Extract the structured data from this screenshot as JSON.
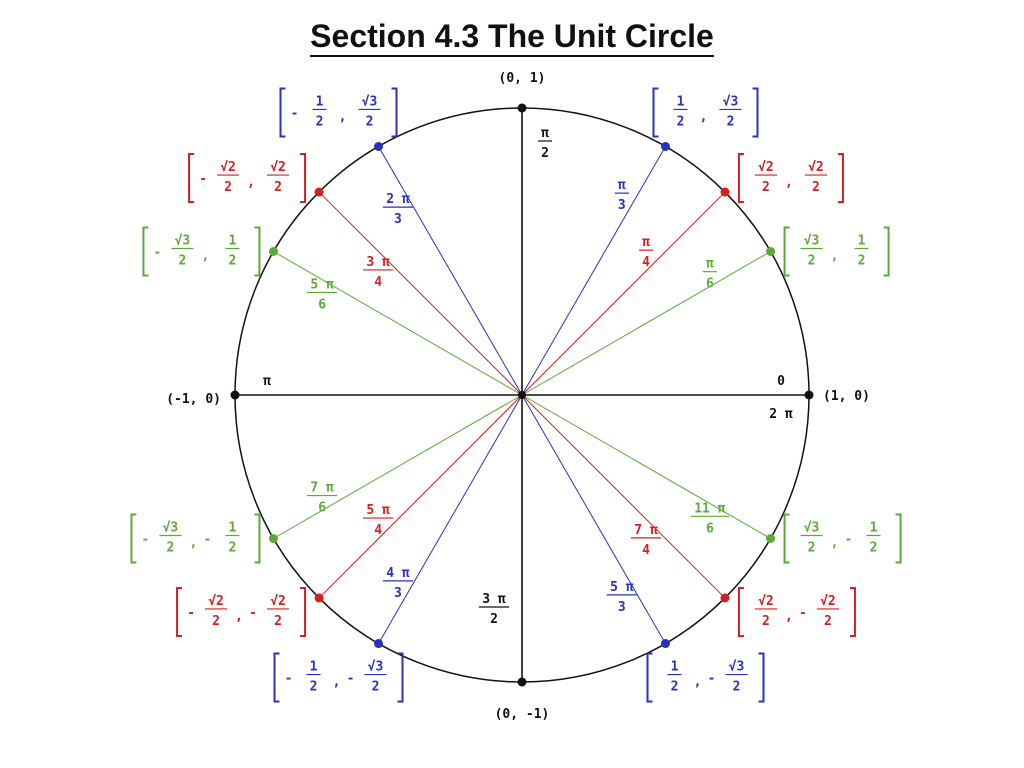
{
  "title": "Section 4.3 The Unit Circle",
  "colors": {
    "pi6": "#5aab35",
    "pi4": "#d21f1f",
    "pi3": "#2932b8",
    "axis": "#111111"
  },
  "axis_points": [
    {
      "deg": 0,
      "coord": "(1, 0)",
      "angle_text": "0",
      "angle_text2": "2 π"
    },
    {
      "deg": 90,
      "coord": "(0, 1)",
      "angle_num": "π",
      "angle_den": "2"
    },
    {
      "deg": 180,
      "coord": "(-1, 0)",
      "angle_text": "π"
    },
    {
      "deg": 270,
      "coord": "(0, -1)",
      "angle_num": "3 π",
      "angle_den": "2"
    }
  ],
  "points": [
    {
      "deg": 30,
      "family": "pi6",
      "angle_num": "π",
      "angle_den": "6",
      "x_sign": "",
      "x_num": "√3",
      "x_den": "2",
      "y_sign": "",
      "y_num": "1",
      "y_den": "2"
    },
    {
      "deg": 45,
      "family": "pi4",
      "angle_num": "π",
      "angle_den": "4",
      "x_sign": "",
      "x_num": "√2",
      "x_den": "2",
      "y_sign": "",
      "y_num": "√2",
      "y_den": "2"
    },
    {
      "deg": 60,
      "family": "pi3",
      "angle_num": "π",
      "angle_den": "3",
      "x_sign": "",
      "x_num": "1",
      "x_den": "2",
      "y_sign": "",
      "y_num": "√3",
      "y_den": "2"
    },
    {
      "deg": 120,
      "family": "pi3",
      "angle_num": "2 π",
      "angle_den": "3",
      "x_sign": "-",
      "x_num": "1",
      "x_den": "2",
      "y_sign": "",
      "y_num": "√3",
      "y_den": "2"
    },
    {
      "deg": 135,
      "family": "pi4",
      "angle_num": "3 π",
      "angle_den": "4",
      "x_sign": "-",
      "x_num": "√2",
      "x_den": "2",
      "y_sign": "",
      "y_num": "√2",
      "y_den": "2"
    },
    {
      "deg": 150,
      "family": "pi6",
      "angle_num": "5 π",
      "angle_den": "6",
      "x_sign": "-",
      "x_num": "√3",
      "x_den": "2",
      "y_sign": "",
      "y_num": "1",
      "y_den": "2"
    },
    {
      "deg": 210,
      "family": "pi6",
      "angle_num": "7 π",
      "angle_den": "6",
      "x_sign": "-",
      "x_num": "√3",
      "x_den": "2",
      "y_sign": "-",
      "y_num": "1",
      "y_den": "2"
    },
    {
      "deg": 225,
      "family": "pi4",
      "angle_num": "5 π",
      "angle_den": "4",
      "x_sign": "-",
      "x_num": "√2",
      "x_den": "2",
      "y_sign": "-",
      "y_num": "√2",
      "y_den": "2"
    },
    {
      "deg": 240,
      "family": "pi3",
      "angle_num": "4 π",
      "angle_den": "3",
      "x_sign": "-",
      "x_num": "1",
      "x_den": "2",
      "y_sign": "-",
      "y_num": "√3",
      "y_den": "2"
    },
    {
      "deg": 300,
      "family": "pi3",
      "angle_num": "5 π",
      "angle_den": "3",
      "x_sign": "",
      "x_num": "1",
      "x_den": "2",
      "y_sign": "-",
      "y_num": "√3",
      "y_den": "2"
    },
    {
      "deg": 315,
      "family": "pi4",
      "angle_num": "7 π",
      "angle_den": "4",
      "x_sign": "",
      "x_num": "√2",
      "x_den": "2",
      "y_sign": "-",
      "y_num": "√2",
      "y_den": "2"
    },
    {
      "deg": 330,
      "family": "pi6",
      "angle_num": "11 π",
      "angle_den": "6",
      "x_sign": "",
      "x_num": "√3",
      "x_den": "2",
      "y_sign": "-",
      "y_num": "1",
      "y_den": "2"
    }
  ]
}
